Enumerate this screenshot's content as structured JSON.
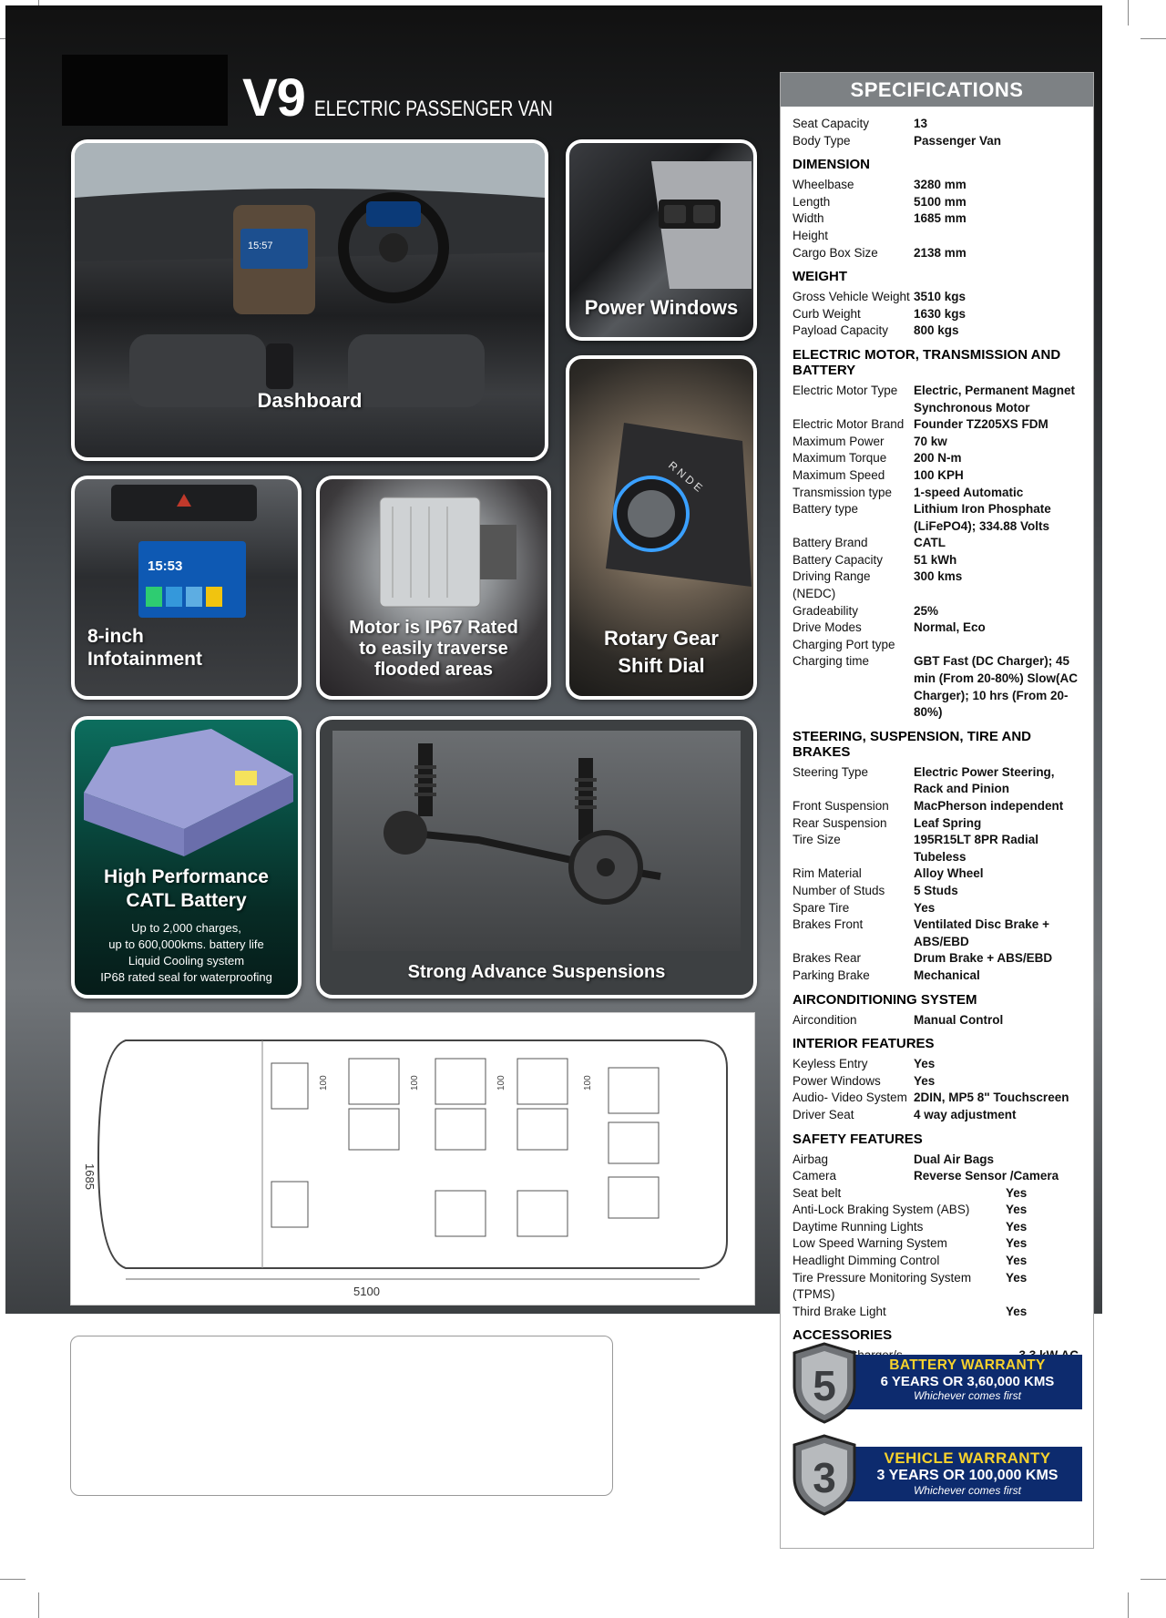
{
  "header": {
    "model": "V9",
    "subtitle": "ELECTRIC PASSENGER VAN"
  },
  "tiles": {
    "dashboard": "Dashboard",
    "power_windows": "Power Windows",
    "infotainment_line1": "8-inch",
    "infotainment_line2": "Infotainment",
    "infotainment_clock": "15:53",
    "dash_clock": "15:57",
    "motor_line1": "Motor is IP67 Rated",
    "motor_line2": "to easily traverse",
    "motor_line3": "flooded areas",
    "gear_line1": "Rotary Gear",
    "gear_line2": "Shift Dial",
    "gear_letters": "R N D E",
    "battery_line1": "High Performance",
    "battery_line2": "CATL Battery",
    "battery_bullets": [
      "Up to 2,000 charges,",
      "up to 600,000kms. battery life",
      "Liquid Cooling system",
      "IP68 rated seal for waterproofing"
    ],
    "suspension": "Strong Advance Suspensions"
  },
  "floorplan": {
    "width_label": "1685",
    "length_label": "5100",
    "seat_label": "100"
  },
  "specs": {
    "title": "SPECIFICATIONS",
    "general": [
      {
        "label": "Seat Capacity",
        "value": "13"
      },
      {
        "label": "Body Type",
        "value": "Passenger Van"
      }
    ],
    "dimension_title": "DIMENSION",
    "dimension": [
      {
        "label": "Wheelbase",
        "value": "3280 mm"
      },
      {
        "label": "Length",
        "value": "5100 mm"
      },
      {
        "label": "Width",
        "value": "1685 mm"
      },
      {
        "label": "Height",
        "value": ""
      },
      {
        "label": "Cargo Box Size",
        "value": "2138 mm"
      }
    ],
    "weight_title": "WEIGHT",
    "weight": [
      {
        "label": "Gross Vehicle Weight",
        "value": "3510 kgs"
      },
      {
        "label": "Curb Weight",
        "value": "1630 kgs"
      },
      {
        "label": "Payload Capacity",
        "value": "800 kgs"
      }
    ],
    "motor_title": "ELECTRIC MOTOR, TRANSMISSION AND BATTERY",
    "motor": [
      {
        "label": "Electric Motor Type",
        "value": "Electric, Permanent Magnet Synchronous Motor"
      },
      {
        "label": "Electric Motor Brand",
        "value": "Founder TZ205XS FDM"
      },
      {
        "label": "Maximum Power",
        "value": "70 kw"
      },
      {
        "label": "Maximum Torque",
        "value": "200 N-m"
      },
      {
        "label": "Maximum Speed",
        "value": "100 KPH"
      },
      {
        "label": "Transmission type",
        "value": "1-speed Automatic"
      },
      {
        "label": "Battery type",
        "value": "Lithium Iron Phosphate (LiFePO4); 334.88 Volts"
      },
      {
        "label": "Battery Brand",
        "value": "CATL"
      },
      {
        "label": "Battery Capacity",
        "value": "51 kWh"
      },
      {
        "label": "Driving Range (NEDC)",
        "value": "300 kms"
      },
      {
        "label": "Gradeability",
        "value": "25%"
      },
      {
        "label": "Drive Modes",
        "value": "Normal, Eco"
      },
      {
        "label": "Charging Port type",
        "value": ""
      },
      {
        "label": "Charging time",
        "value": "GBT Fast (DC Charger); 45 min (From 20-80%) Slow(AC Charger); 10 hrs (From 20-80%)"
      }
    ],
    "steering_title": "STEERING, SUSPENSION, TIRE AND BRAKES",
    "steering": [
      {
        "label": "Steering Type",
        "value": "Electric Power Steering, Rack and Pinion"
      },
      {
        "label": "Front Suspension",
        "value": "MacPherson independent"
      },
      {
        "label": "Rear Suspension",
        "value": "Leaf Spring"
      },
      {
        "label": "Tire Size",
        "value": "195R15LT 8PR Radial Tubeless"
      },
      {
        "label": "Rim Material",
        "value": "Alloy Wheel"
      },
      {
        "label": "Number of Studs",
        "value": "5 Studs"
      },
      {
        "label": "Spare Tire",
        "value": "Yes"
      },
      {
        "label": "Brakes Front",
        "value": "Ventilated Disc Brake + ABS/EBD"
      },
      {
        "label": "Brakes Rear",
        "value": "Drum Brake + ABS/EBD"
      },
      {
        "label": "Parking Brake",
        "value": "Mechanical"
      }
    ],
    "aircon_title": "AIRCONDITIONING SYSTEM",
    "aircon": [
      {
        "label": "Aircondition",
        "value": "Manual Control"
      }
    ],
    "interior_title": "INTERIOR FEATURES",
    "interior": [
      {
        "label": "Keyless Entry",
        "value": "Yes"
      },
      {
        "label": "Power Windows",
        "value": "Yes"
      },
      {
        "label": "Audio- Video System",
        "value": "2DIN, MP5 8\" Touchscreen"
      },
      {
        "label": "Driver Seat",
        "value": "4 way adjustment"
      }
    ],
    "safety_title": "SAFETY FEATURES",
    "safety_a": [
      {
        "label": "Airbag",
        "value": "Dual Air Bags"
      },
      {
        "label": "Camera",
        "value": "Reverse Sensor /Camera"
      }
    ],
    "safety_b": [
      {
        "label": "Seat belt",
        "value": "Yes"
      },
      {
        "label": "Anti-Lock Braking System (ABS)",
        "value": "Yes"
      },
      {
        "label": "Daytime Running Lights",
        "value": "Yes"
      },
      {
        "label": "Low Speed Warning System",
        "value": "Yes"
      },
      {
        "label": "Headlight Dimming Control",
        "value": "Yes"
      },
      {
        "label": "Tire Pressure Monitoring System (TPMS)",
        "value": "Yes"
      },
      {
        "label": "Third Brake Light",
        "value": "Yes"
      }
    ],
    "accessories_title": "ACCESSORIES",
    "accessories": [
      {
        "label": "On Board Charger/s",
        "value": "3.3 kW AC"
      }
    ]
  },
  "warranty": {
    "battery": {
      "years": "5",
      "title": "BATTERY WARRANTY",
      "line": "6 YEARS OR 3,60,000 KMS",
      "note": "Whichever comes first"
    },
    "vehicle": {
      "years": "3",
      "title": "VEHICLE WARRANTY",
      "line": "3 YEARS OR 100,000 KMS",
      "note": "Whichever comes first"
    }
  },
  "colors": {
    "spec_header": "#7d8184",
    "warranty_blue": "#0d2b6e",
    "warranty_gold": "#f7d22c"
  }
}
